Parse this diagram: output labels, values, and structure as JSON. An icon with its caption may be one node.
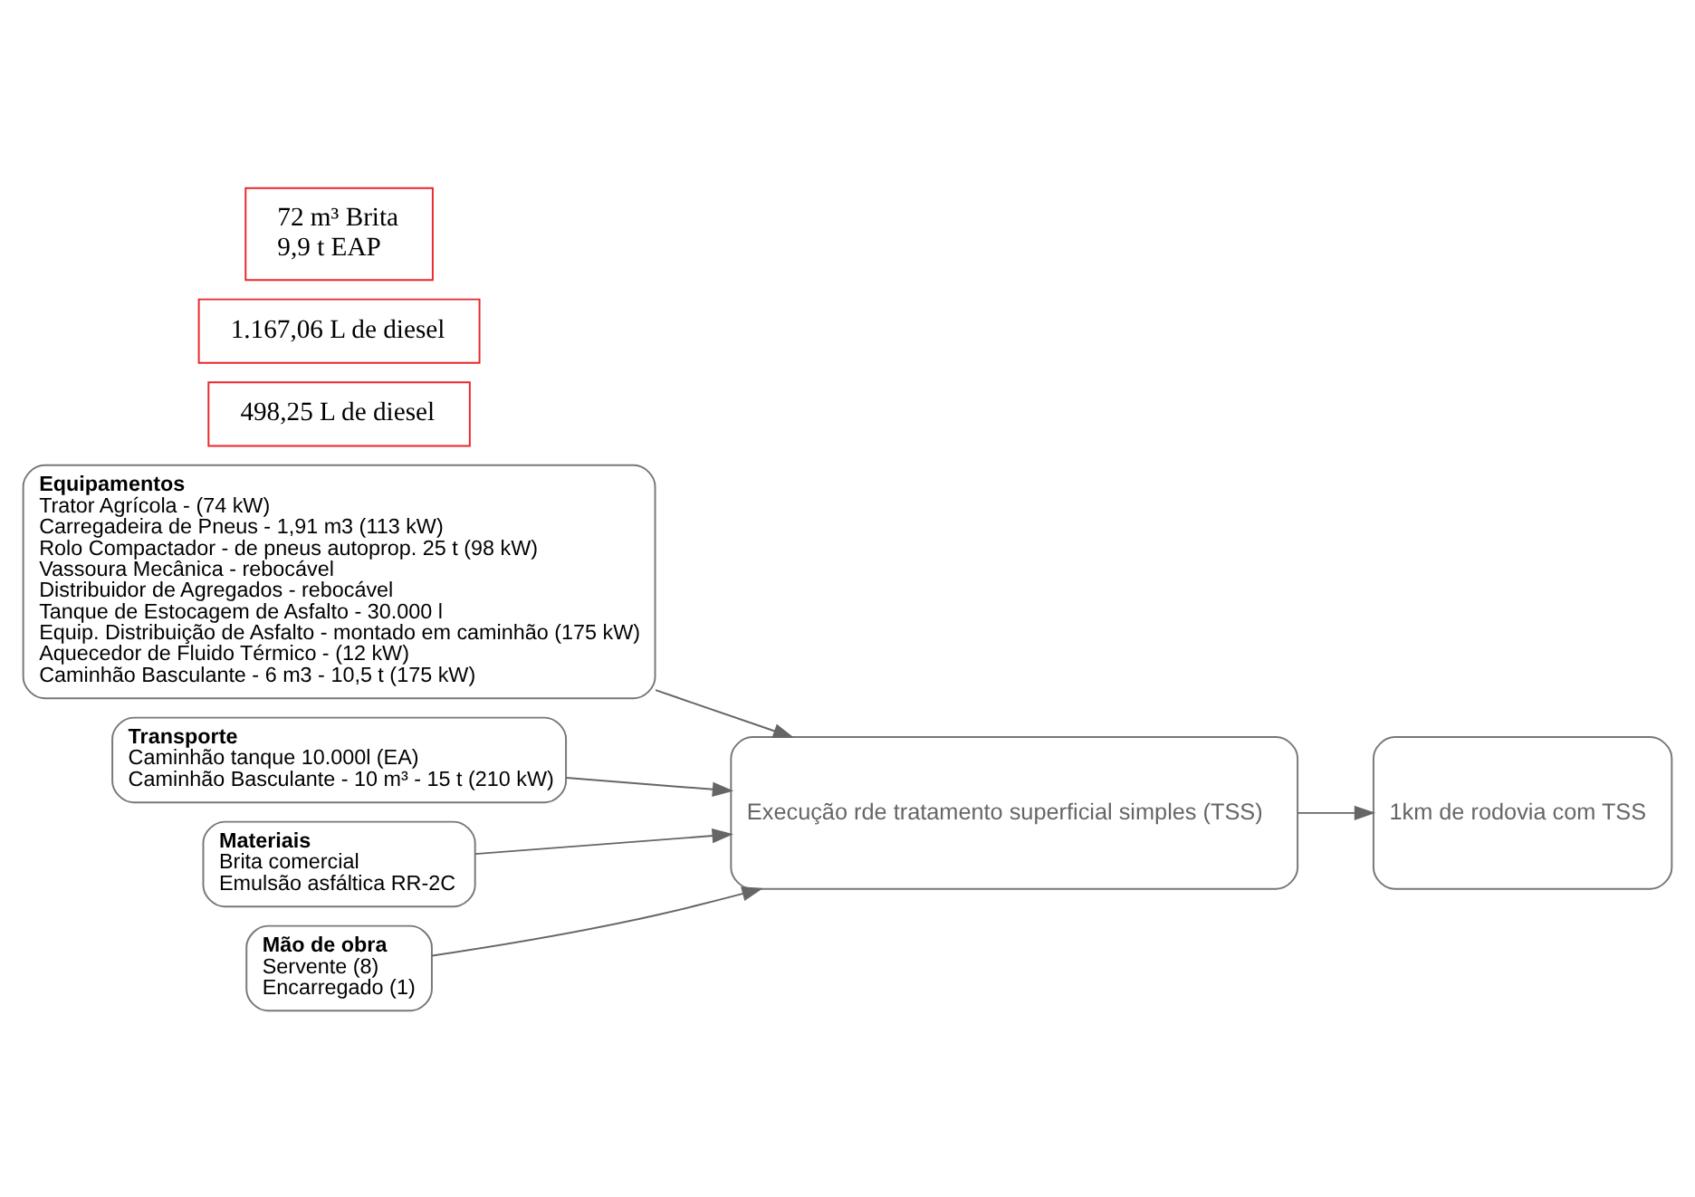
{
  "diagram": {
    "nodes": [
      {
        "text": [
          "Equipamentos",
          "Trator Agrícola - (74 kW)",
          "Carregadeira de Pneus - 1,91 m3 (113 kW)",
          "Rolo Compactador - de pneus autoprop. 25 t (98 kW)",
          "Vassoura Mecânica - rebocável",
          "Distribuidor de Agregados - rebocável",
          "Tanque de Estocagem de Asfalto - 30.000 l",
          "Equip. Distribuição de Asfalto - montado em caminhão (175 kW)",
          "Aquecedor de Fluido Térmico - (12 kW)",
          "Caminhão Basculante - 6 m3 - 10,5 t (175 kW)"
        ]
      },
      {
        "text": [
          "498,25 L de diesel"
        ]
      },
      {
        "text": [
          "Transporte",
          "Caminhão tanque 10.000l (EA)",
          "Caminhão Basculante - 10 m³ - 15 t (210 kW)"
        ]
      },
      {
        "text": [
          "1.167,06 L de diesel"
        ]
      },
      {
        "text": [
          "Execução rde tratamento superficial simples (TSS)"
        ]
      },
      {
        "text": [
          "1km de rodovia com TSS"
        ]
      },
      {
        "text": [
          "Materiais",
          "Brita comercial",
          "Emulsão asfáltica RR-2C"
        ]
      },
      {
        "text": [
          "72 m³ Brita",
          "9,9 t EAP"
        ]
      },
      {
        "text": [
          "Mão de obra",
          "Servente (8)",
          "Encarregado (1)"
        ]
      }
    ],
    "edges": [
      {
        "from": 0,
        "to": 4,
        "arrow": "to"
      },
      {
        "from": 2,
        "to": 4,
        "arrow": "to"
      },
      {
        "from": 6,
        "to": 4,
        "arrow": "to"
      },
      {
        "from": 8,
        "to": 4,
        "arrow": "to"
      },
      {
        "from": 4,
        "to": 5,
        "arrow": "to"
      }
    ]
  }
}
